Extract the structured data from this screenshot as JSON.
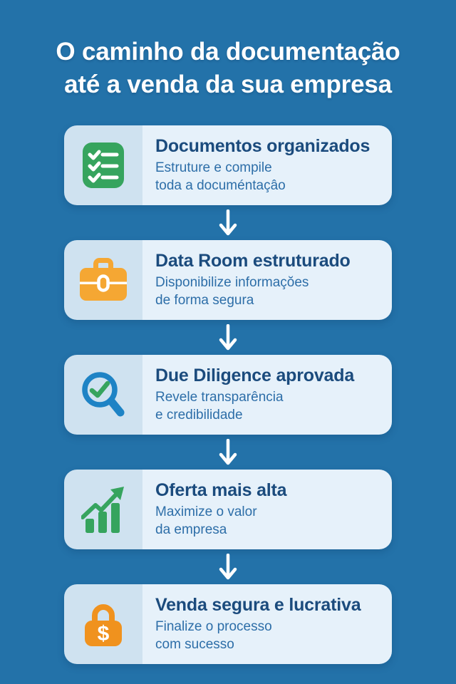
{
  "header": {
    "title_line1": "O caminho da documentação",
    "title_line2": "até a venda da sua empresa"
  },
  "steps": [
    {
      "icon": "checklist-icon",
      "title": "Documentos organizados",
      "subtitle": "Estruture e compile\ntoda a documéntaçâo"
    },
    {
      "icon": "briefcase-icon",
      "title": "Data Room estruturado",
      "subtitle": "Disponibilize informaçŏes\nde forma segura"
    },
    {
      "icon": "magnifier-check-icon",
      "title": "Due Diligence aprovada",
      "subtitle": "Revele transparência\ne credibilidade"
    },
    {
      "icon": "bar-chart-arrow-icon",
      "title": "Oferta mais alta",
      "subtitle": "Maximize o valor\nda empresa"
    },
    {
      "icon": "lock-dollar-icon",
      "title": "Venda segura e lucrativa",
      "subtitle": "Finalize o processo\ncom sucesso"
    }
  ],
  "icons": {
    "lock_dollar_glyph": "$"
  },
  "colors": {
    "background_blue": "#2372A9",
    "card_icon_column": "#CFE2F0",
    "card_text_area": "#E6F1FA",
    "title_white": "#FFFFFF",
    "card_title_navy": "#1B4B7D",
    "card_subtitle_blue": "#2D6EA8",
    "icon_green": "#36A45E",
    "icon_orange_briefcase": "#F5A733",
    "icon_orange_lock": "#F0921E",
    "icon_blue_magnifier": "#1E83C5",
    "arrow_white": "#FFFFFF"
  }
}
